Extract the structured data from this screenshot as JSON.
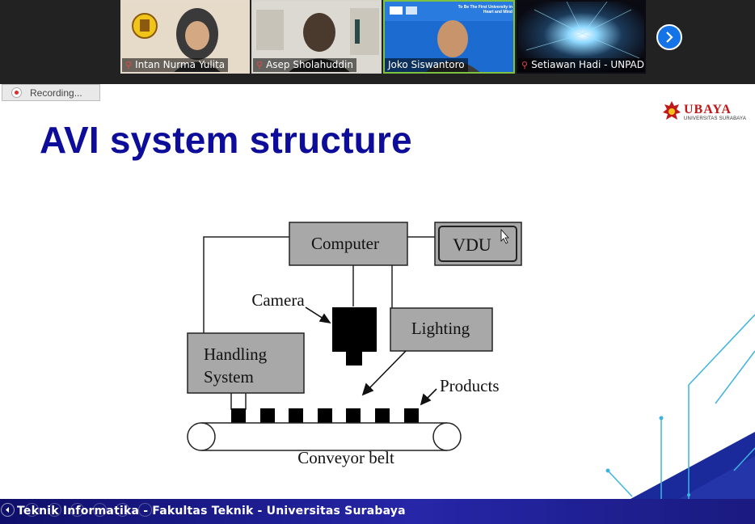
{
  "participants": [
    {
      "name": "Intan Nurma Yulita",
      "muted": true
    },
    {
      "name": "Asep Sholahuddin",
      "muted": true
    },
    {
      "name": "Joko Siswantoro",
      "muted": false,
      "active": true,
      "banner_text": "To Be The First University in Heart and Mind"
    },
    {
      "name": "Setiawan Hadi - UNPAD",
      "muted": true
    }
  ],
  "nav": {
    "next_icon": "chevron-right-icon"
  },
  "recording": {
    "label": "Recording..."
  },
  "slide": {
    "title": "AVI system structure",
    "logo": {
      "name": "UBAYA",
      "sub": "UNIVERSITAS SURABAYA"
    },
    "diagram": {
      "computer": "Computer",
      "vdu": "VDU",
      "camera": "Camera",
      "lighting": "Lighting",
      "handling_line1": "Handling",
      "handling_line2": "System",
      "products": "Products",
      "conveyor": "Conveyor belt"
    },
    "footer": "Teknik Informatika - Fakultas Teknik - Universitas Surabaya"
  },
  "colors": {
    "title": "#0d0d9a",
    "active_speaker": "#7fc241",
    "brand": "#c01818",
    "footer": "#1f1f8f"
  }
}
